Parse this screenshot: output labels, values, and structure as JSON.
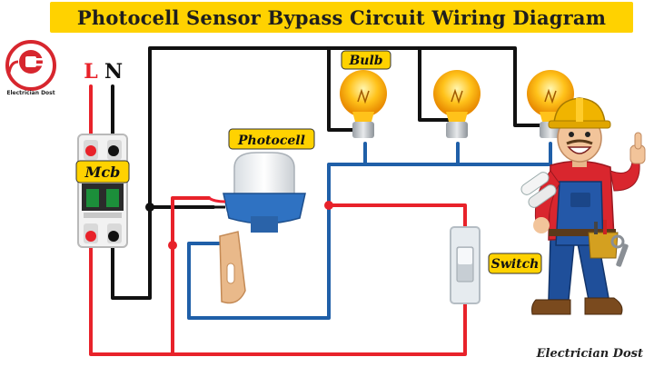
{
  "title": "Photocell Sensor Bypass Circuit Wiring Diagram",
  "logo_text": "Electrician Dost",
  "watermark": "Electrician Dost",
  "labels": {
    "line": "L",
    "neutral": "N",
    "mcb": "Mcb",
    "photocell": "Photocell",
    "bulb": "Bulb",
    "switch": "Switch"
  },
  "colors": {
    "title_bg": "#FFD200",
    "title_text": "#1E1E1E",
    "label_bg": "#FFD200",
    "live_wire": "#E8222A",
    "neutral_wire": "#111111",
    "load_wire": "#1F5FA8",
    "logo_red": "#D7262E"
  }
}
